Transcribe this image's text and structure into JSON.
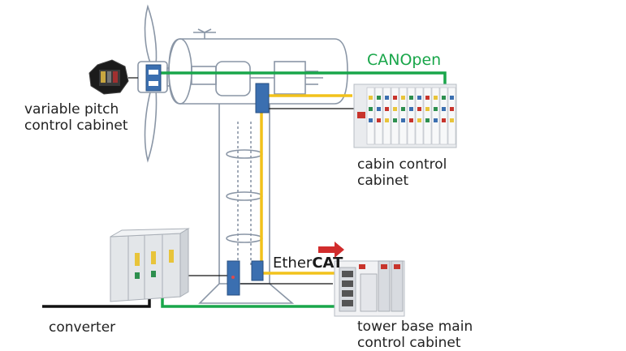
{
  "labels": {
    "variable_pitch": "variable pitch\ncontrol cabinet",
    "cabin_control": "cabin control\ncabinet",
    "converter": "converter",
    "tower_base": "tower base main\ncontrol cabinet",
    "canopen": "CANOpen",
    "ethercat_prefix": "Ether",
    "ethercat_suffix": "CAT"
  },
  "colors": {
    "canopen_line": "#19a64a",
    "ethercat_line": "#f2c21b",
    "power_line": "#111111",
    "turbine_outline": "#8a96a6",
    "node_box": "#3b6fb0"
  }
}
